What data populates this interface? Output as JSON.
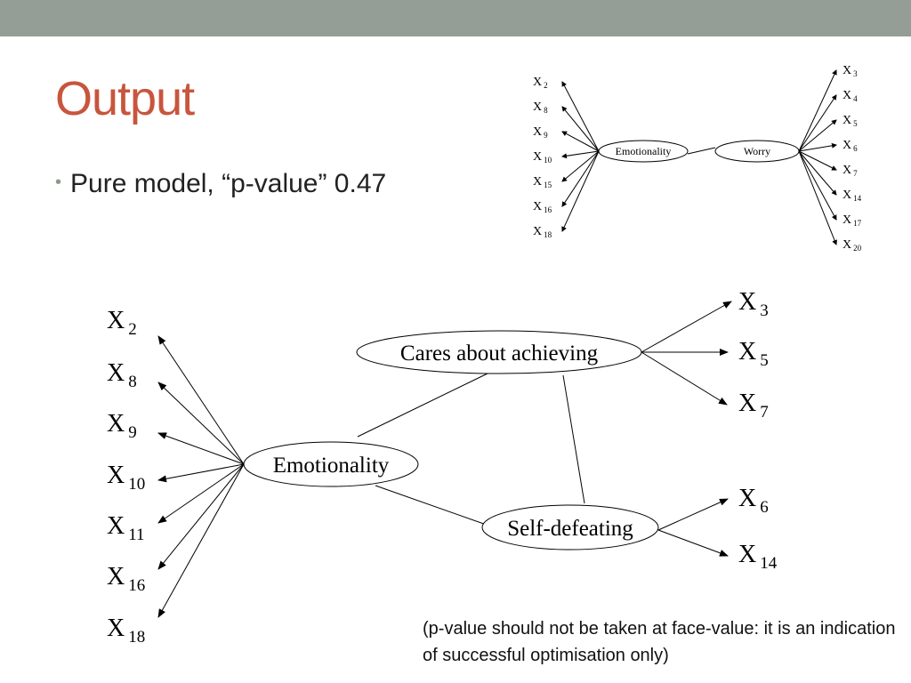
{
  "slide": {
    "title": "Output",
    "bullet": "Pure model, “p-value” 0.47",
    "footnote": "(p-value should not be taken at face-value: it is an indication of successful optimisation only)"
  },
  "small_diagram": {
    "latent_nodes": [
      {
        "id": "emo",
        "label": "Emotionality"
      },
      {
        "id": "worry",
        "label": "Worry"
      }
    ],
    "latent_edges": [
      [
        "emo",
        "worry"
      ]
    ],
    "indicators": [
      {
        "latent": "emo",
        "name": "X",
        "sub": "2"
      },
      {
        "latent": "emo",
        "name": "X",
        "sub": "8"
      },
      {
        "latent": "emo",
        "name": "X",
        "sub": "9"
      },
      {
        "latent": "emo",
        "name": "X",
        "sub": "10"
      },
      {
        "latent": "emo",
        "name": "X",
        "sub": "15"
      },
      {
        "latent": "emo",
        "name": "X",
        "sub": "16"
      },
      {
        "latent": "emo",
        "name": "X",
        "sub": "18"
      },
      {
        "latent": "worry",
        "name": "X",
        "sub": "3"
      },
      {
        "latent": "worry",
        "name": "X",
        "sub": "4"
      },
      {
        "latent": "worry",
        "name": "X",
        "sub": "5"
      },
      {
        "latent": "worry",
        "name": "X",
        "sub": "6"
      },
      {
        "latent": "worry",
        "name": "X",
        "sub": "7"
      },
      {
        "latent": "worry",
        "name": "X",
        "sub": "14"
      },
      {
        "latent": "worry",
        "name": "X",
        "sub": "17"
      },
      {
        "latent": "worry",
        "name": "X",
        "sub": "20"
      }
    ]
  },
  "large_diagram": {
    "latent_nodes": [
      {
        "id": "cares",
        "label": "Cares about achieving"
      },
      {
        "id": "emo",
        "label": "Emotionality"
      },
      {
        "id": "self",
        "label": "Self-defeating"
      }
    ],
    "latent_edges": [
      [
        "emo",
        "cares"
      ],
      [
        "emo",
        "self"
      ],
      [
        "cares",
        "self"
      ]
    ],
    "indicators": [
      {
        "latent": "emo",
        "name": "X",
        "sub": "2"
      },
      {
        "latent": "emo",
        "name": "X",
        "sub": "8"
      },
      {
        "latent": "emo",
        "name": "X",
        "sub": "9"
      },
      {
        "latent": "emo",
        "name": "X",
        "sub": "10"
      },
      {
        "latent": "emo",
        "name": "X",
        "sub": "11"
      },
      {
        "latent": "emo",
        "name": "X",
        "sub": "16"
      },
      {
        "latent": "emo",
        "name": "X",
        "sub": "18"
      },
      {
        "latent": "cares",
        "name": "X",
        "sub": "3"
      },
      {
        "latent": "cares",
        "name": "X",
        "sub": "5"
      },
      {
        "latent": "cares",
        "name": "X",
        "sub": "7"
      },
      {
        "latent": "self",
        "name": "X",
        "sub": "6"
      },
      {
        "latent": "self",
        "name": "X",
        "sub": "14"
      }
    ]
  }
}
